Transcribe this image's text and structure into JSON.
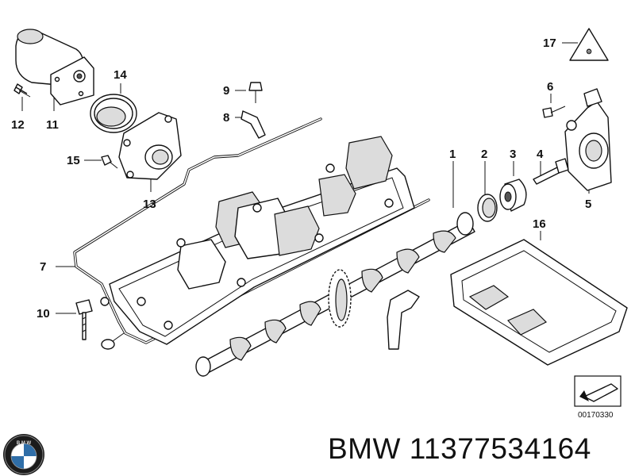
{
  "diagram": {
    "callouts": [
      {
        "id": "1",
        "label": "1"
      },
      {
        "id": "2",
        "label": "2"
      },
      {
        "id": "3",
        "label": "3"
      },
      {
        "id": "4",
        "label": "4"
      },
      {
        "id": "5",
        "label": "5"
      },
      {
        "id": "6",
        "label": "6"
      },
      {
        "id": "7",
        "label": "7"
      },
      {
        "id": "8",
        "label": "8"
      },
      {
        "id": "9",
        "label": "9"
      },
      {
        "id": "10",
        "label": "10"
      },
      {
        "id": "11",
        "label": "11"
      },
      {
        "id": "12",
        "label": "12"
      },
      {
        "id": "13",
        "label": "13"
      },
      {
        "id": "14",
        "label": "14"
      },
      {
        "id": "15",
        "label": "15"
      },
      {
        "id": "16",
        "label": "16"
      },
      {
        "id": "17",
        "label": "17"
      }
    ],
    "diagram_code": "00170330"
  },
  "brand": {
    "text": "BMW 11377534164",
    "logo": "bmw-roundel-logo"
  }
}
